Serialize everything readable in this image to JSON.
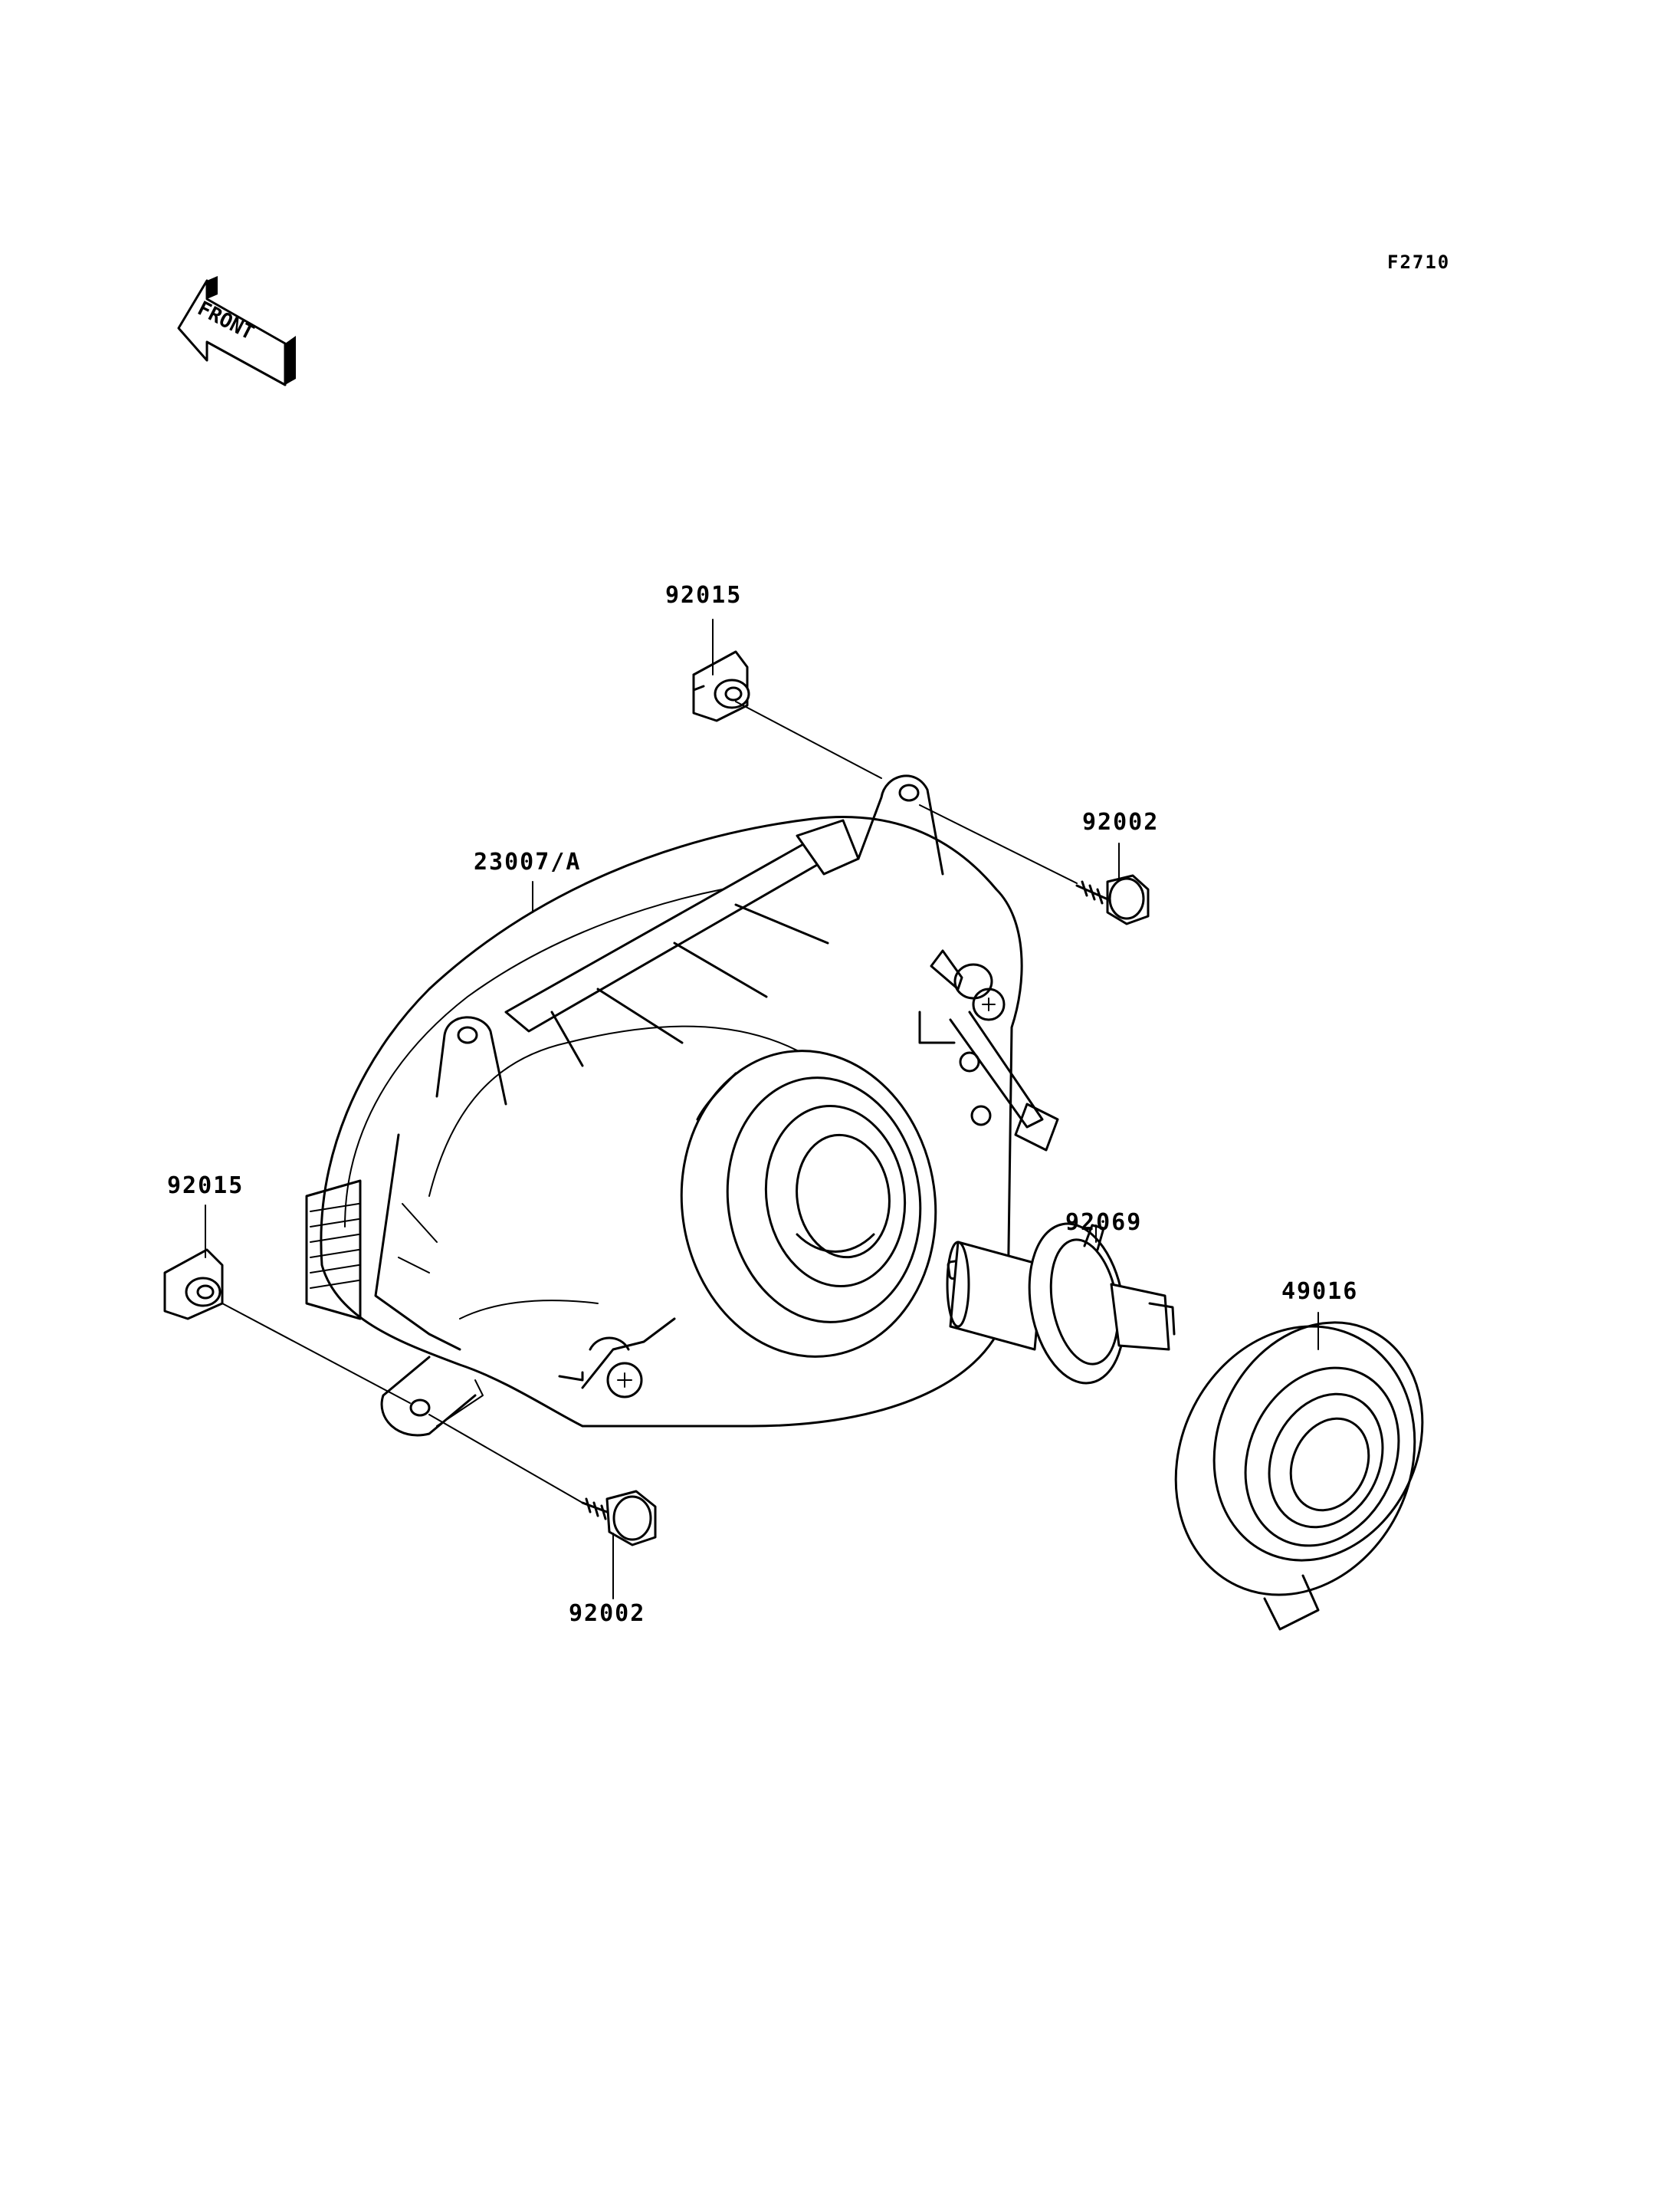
{
  "diagram": {
    "figure_code": "F2710",
    "orientation_label": "FRONT",
    "parts": [
      {
        "number": "92015",
        "id": "clip-upper"
      },
      {
        "number": "92002",
        "id": "bolt-upper"
      },
      {
        "number": "23007/A",
        "id": "headlight-housing"
      },
      {
        "number": "92015",
        "id": "clip-lower"
      },
      {
        "number": "92069",
        "id": "bulb"
      },
      {
        "number": "49016",
        "id": "boot-cover"
      },
      {
        "number": "92002",
        "id": "bolt-lower"
      }
    ]
  }
}
